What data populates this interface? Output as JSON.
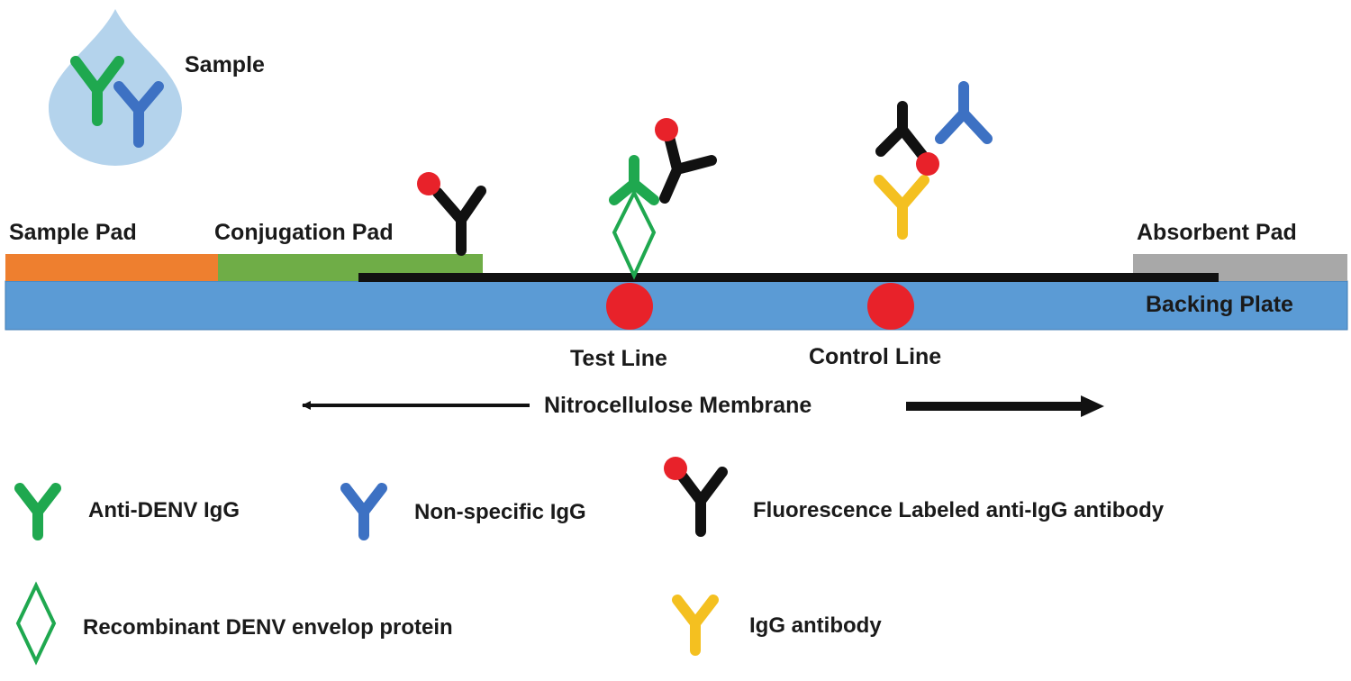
{
  "labels": {
    "sample": "Sample",
    "sample_pad": "Sample Pad",
    "conjugation_pad": "Conjugation Pad",
    "absorbent_pad": "Absorbent Pad",
    "backing_plate": "Backing Plate",
    "test_line": "Test Line",
    "control_line": "Control Line",
    "membrane": "Nitrocellulose Membrane"
  },
  "legend": {
    "anti_denv_igg": "Anti-DENV IgG",
    "non_specific_igg": "Non-specific IgG",
    "fluorescence_labeled": "Fluorescence Labeled anti-IgG antibody",
    "recombinant_protein": "Recombinant DENV envelop protein",
    "igg_antibody": "IgG antibody"
  },
  "colors": {
    "green_antibody": "#1fa84f",
    "blue_antibody": "#3d71c3",
    "black_antibody": "#111111",
    "yellow_antibody": "#f4c020",
    "red_label": "#e8222a",
    "sample_drop": "#b4d3ec",
    "sample_pad": "#ee7f2f",
    "conjugation_pad": "#6fad47",
    "absorbent_pad": "#a8a8a8",
    "backing_plate": "#5b9bd5"
  }
}
